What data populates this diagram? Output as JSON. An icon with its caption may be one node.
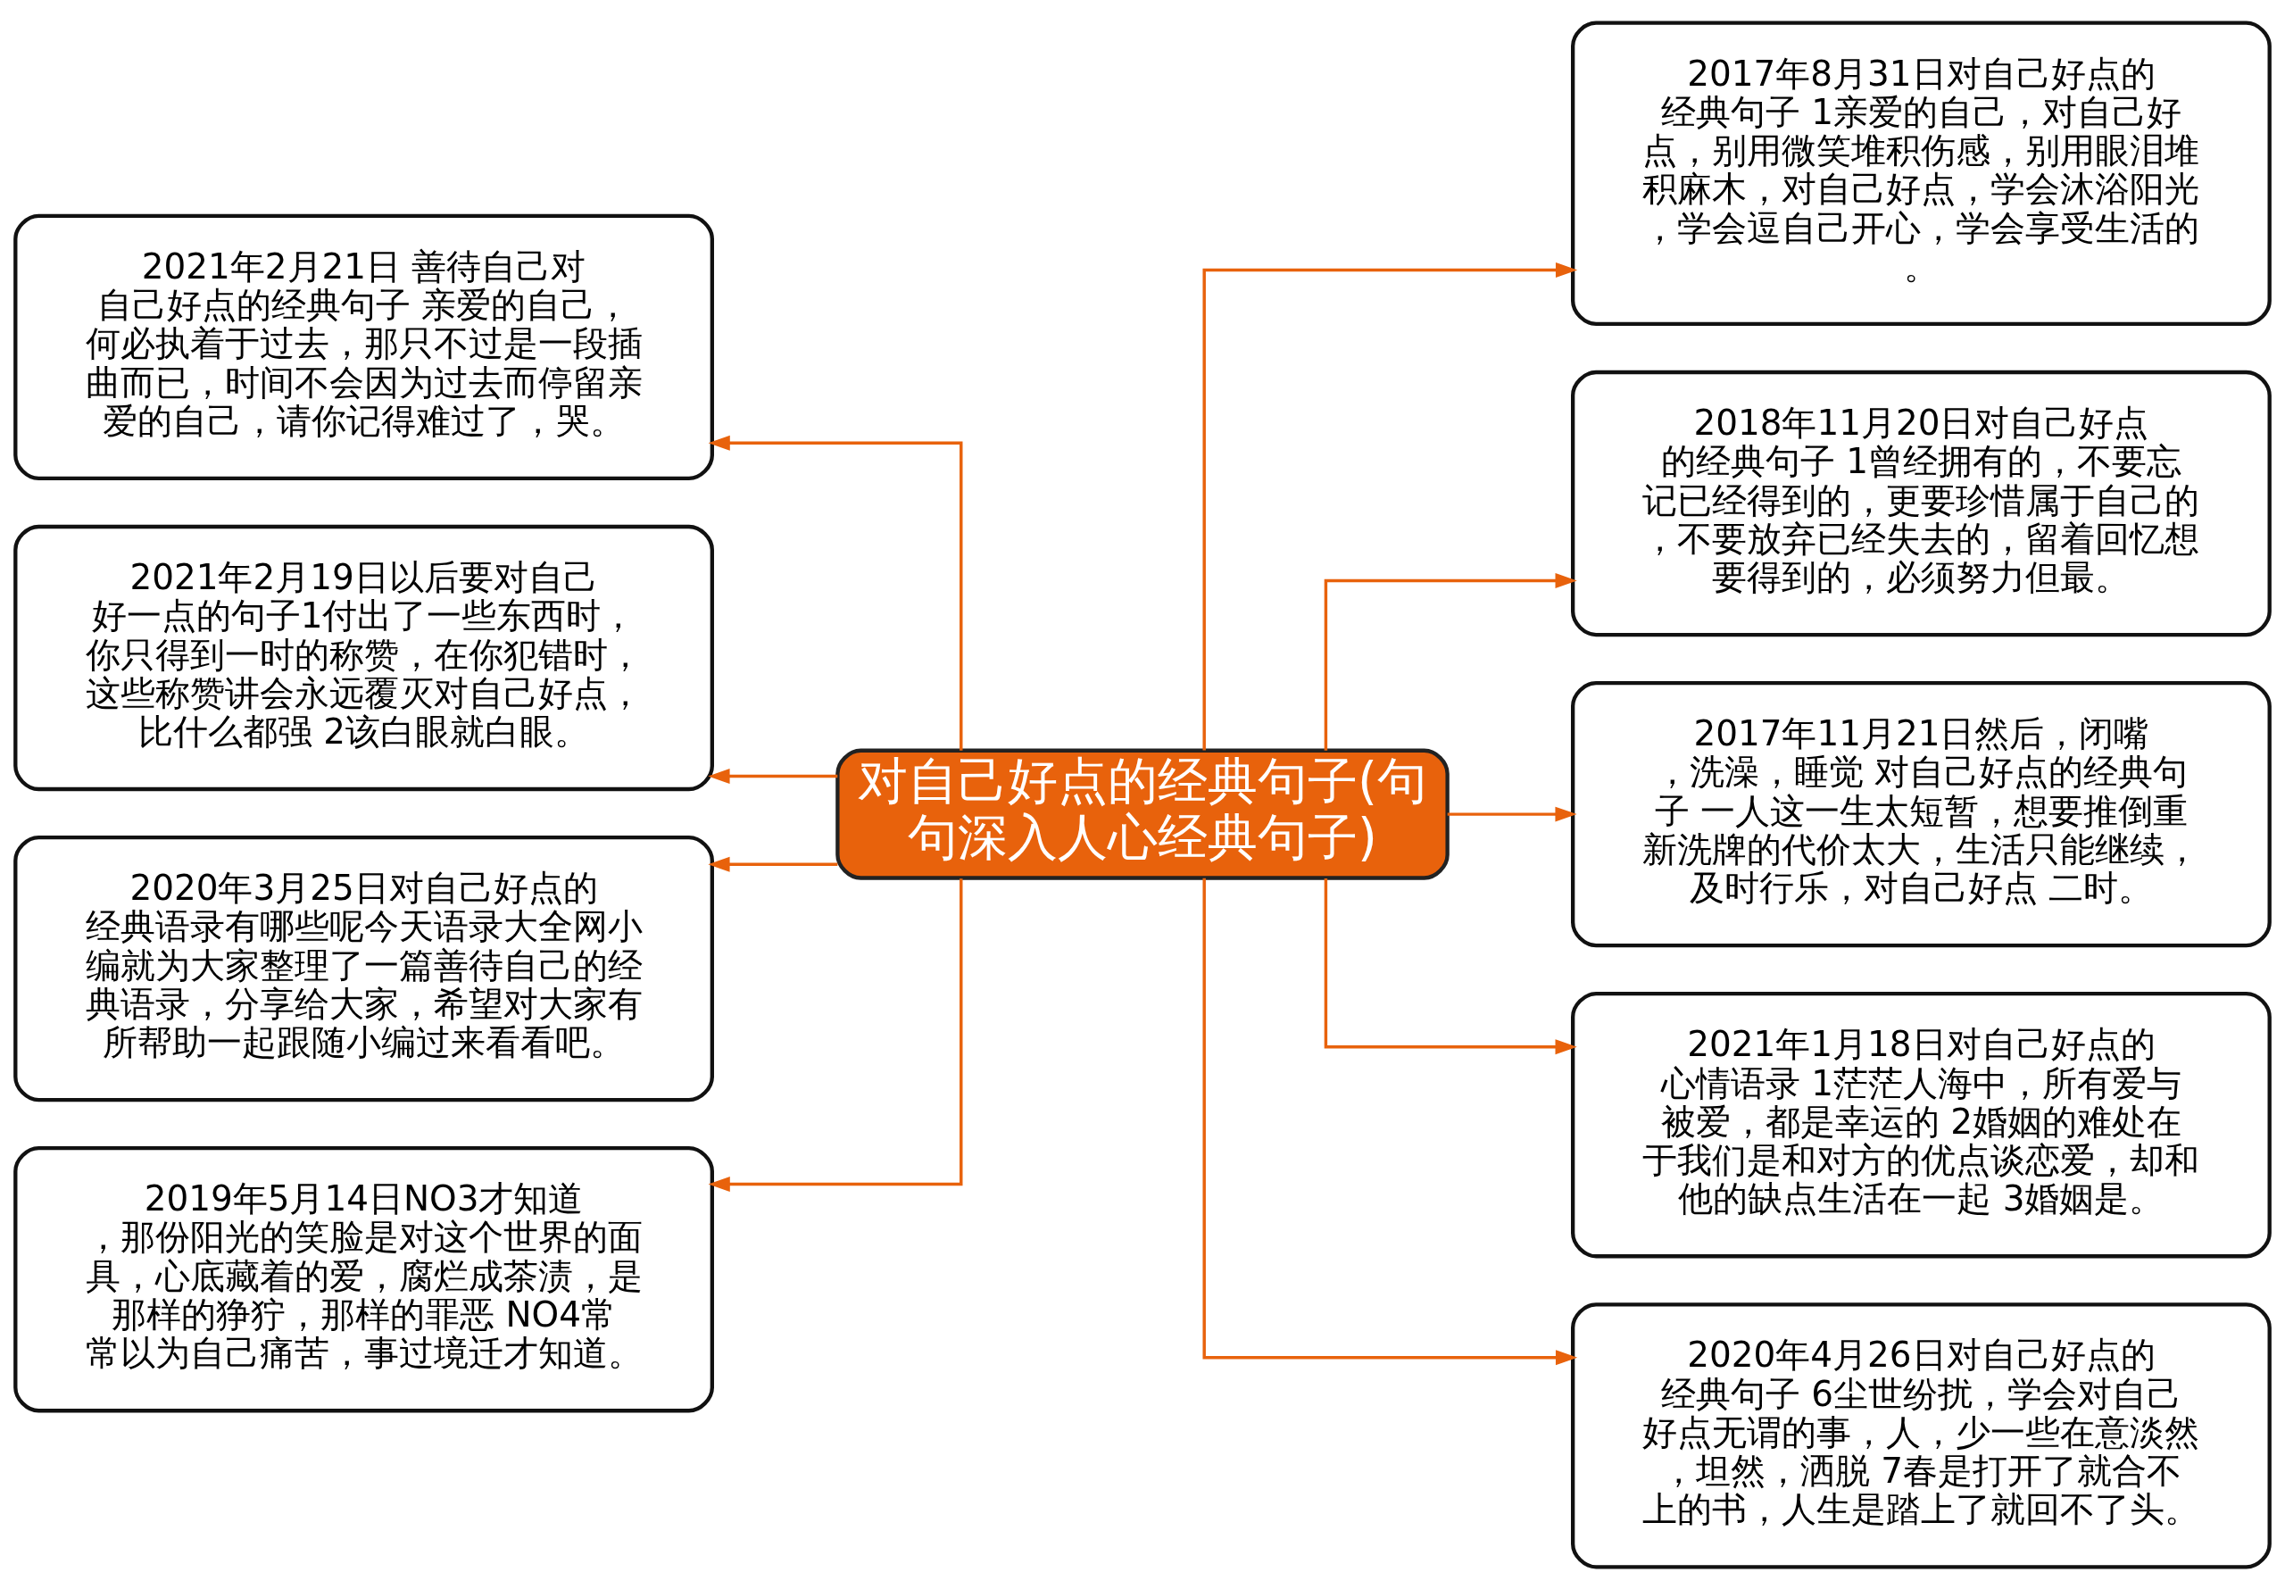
{
  "diagram": {
    "nodes": [
      {
        "text": [
          "对自己好点的经典句子(句句深入人心经典句子)"
        ]
      },
      {
        "text": [
          "2021年2月21日 善待自己对自己好点的经典句子 亲爱的自己，何必执着于过去，那只不过是一段插曲而已，时间不会因为过去而停留亲爱的自己，请你记得难过了，哭。"
        ]
      },
      {
        "text": [
          "2021年2月19日以后要对自己好一点的句子1付出了一些东西时，你只得到一时的称赞，在你犯错时，这些称赞讲会永远覆灭对自己好点，比什么都强 2该白眼就白眼。"
        ]
      },
      {
        "text": [
          "2020年3月25日对自己好点的经典语录有哪些呢今天语录大全网小编就为大家整理了一篇善待自己的经典语录，分享给大家，希望对大家有所帮助一起跟随小编过来看看吧。"
        ]
      },
      {
        "text": [
          "2019年5月14日NO3才知道，那份阳光的笑脸是对这个世界的面具，心底藏着的爱，腐烂成茶渍，是那样的狰狞，那样的罪恶 NO4常常以为自己痛苦，事过境迁才知道。"
        ]
      },
      {
        "text": [
          "2017年8月31日对自己好点的经典句子 1亲爱的自己，对自己好点，别用微笑堆积伤感，别用眼泪堆积麻木，对自己好点，学会沐浴阳光，学会逗自己开心，学会享受生活的。"
        ]
      },
      {
        "text": [
          "2018年11月20日对自己好点的经典句子 1曾经拥有的，不要忘记已经得到的，更要珍惜属于自己的，不要放弃已经失去的，留着回忆想要得到的，必须努力但最。"
        ]
      },
      {
        "text": [
          "2017年11月21日然后，闭嘴，洗澡，睡觉 对自己好点的经典句子 一人这一生太短暂，想要推倒重新洗牌的代价太大，生活只能继续，及时行乐，对自己好点 二时。"
        ]
      },
      {
        "text": [
          "2021年1月18日对自己好点的心情语录 1茫茫人海中，所有爱与被爱，都是幸运的 2婚姻的难处在于我们是和对方的优点谈恋爱，却和他的缺点生活在一起 3婚姻是。"
        ]
      },
      {
        "text": [
          "2020年4月26日对自己好点的经典句子 6尘世纷扰，学会对自己好点无谓的事，人，少一些在意淡然，坦然，洒脱 7春是打开了就合不上的书，人生是踏上了就回不了头。"
        ]
      }
    ],
    "edges": [
      {
        "from": 0,
        "to": 1,
        "arrow": "to"
      },
      {
        "from": 0,
        "to": 2,
        "arrow": "to"
      },
      {
        "from": 0,
        "to": 3,
        "arrow": "to"
      },
      {
        "from": 0,
        "to": 4,
        "arrow": "to"
      },
      {
        "from": 0,
        "to": 5,
        "arrow": "to"
      },
      {
        "from": 0,
        "to": 6,
        "arrow": "to"
      },
      {
        "from": 0,
        "to": 7,
        "arrow": "to"
      },
      {
        "from": 0,
        "to": 8,
        "arrow": "to"
      },
      {
        "from": 0,
        "to": 9,
        "arrow": "to"
      }
    ]
  }
}
